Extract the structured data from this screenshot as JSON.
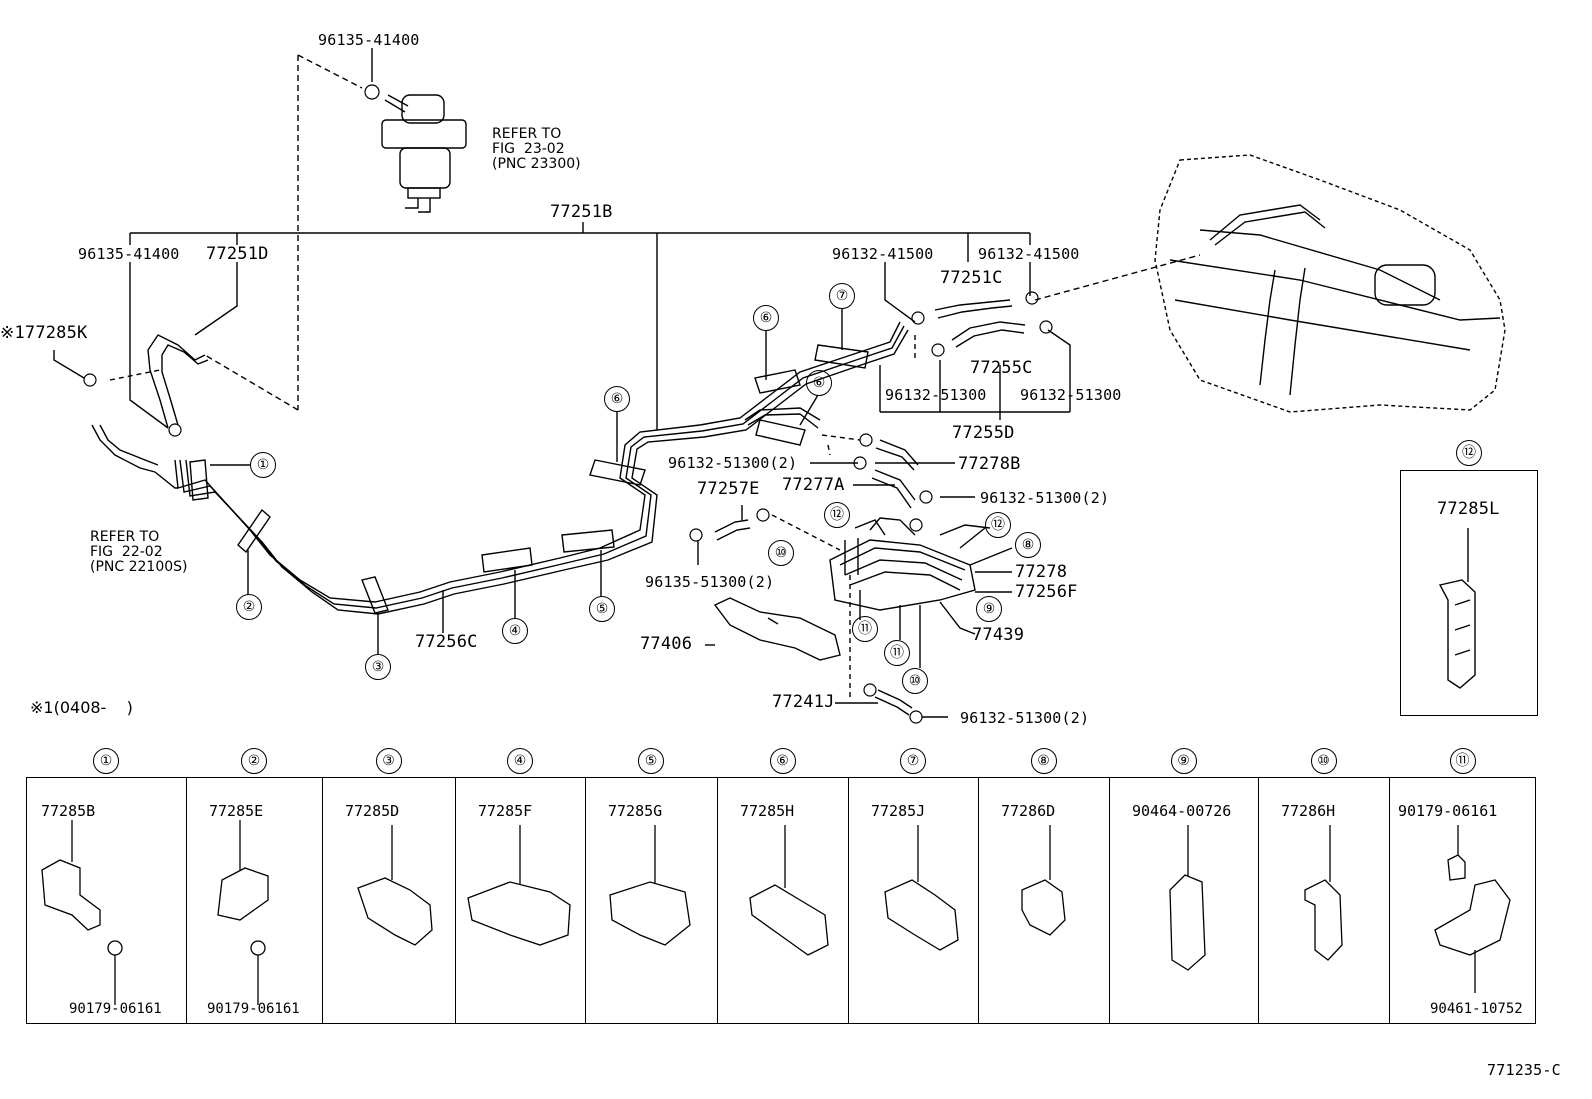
{
  "callouts": {
    "c96135_41400_top": "96135-41400",
    "refer_2302": "REFER TO\nFIG  23-02\n(PNC 23300)",
    "c77251B": "77251B",
    "c96135_41400_left": "96135-41400",
    "c77251D": "77251D",
    "c177285K": "※177285K",
    "c96132_41500_a": "96132-41500",
    "c96132_41500_b": "96132-41500",
    "c77251C": "77251C",
    "c77255C": "77255C",
    "c96132_51300_a": "96132-51300",
    "c96132_51300_b": "96132-51300",
    "c77255D": "77255D",
    "c96132_51300_2a": "96132-51300(2)",
    "c77278B": "77278B",
    "c77277A": "77277A",
    "c96132_51300_2b": "96132-51300(2)",
    "c77257E": "77257E",
    "c96135_51300_2": "96135-51300(2)",
    "c77278": "77278",
    "c77256F": "77256F",
    "c77439": "77439",
    "c77406": "77406",
    "c77241J": "77241J",
    "c96132_51300_2c": "96132-51300(2)",
    "refer_2202": "REFER TO\nFIG  22-02\n(PNC 22100S)",
    "c77256C": "77256C",
    "note1": "※1(0408-    )",
    "box12_pn": "77285L",
    "figure_id": "771235-C"
  },
  "circled": [
    "①",
    "②",
    "③",
    "④",
    "⑤",
    "⑥",
    "⑦",
    "⑧",
    "⑨",
    "⑩",
    "⑪",
    "⑫"
  ],
  "key_cells": [
    {
      "num": "①",
      "pn": "77285B",
      "pn2": "90179-06161"
    },
    {
      "num": "②",
      "pn": "77285E",
      "pn2": "90179-06161"
    },
    {
      "num": "③",
      "pn": "77285D",
      "pn2": ""
    },
    {
      "num": "④",
      "pn": "77285F",
      "pn2": ""
    },
    {
      "num": "⑤",
      "pn": "77285G",
      "pn2": ""
    },
    {
      "num": "⑥",
      "pn": "77285H",
      "pn2": ""
    },
    {
      "num": "⑦",
      "pn": "77285J",
      "pn2": ""
    },
    {
      "num": "⑧",
      "pn": "77286D",
      "pn2": ""
    },
    {
      "num": "⑨",
      "pn": "90464-00726",
      "pn2": ""
    },
    {
      "num": "⑩",
      "pn": "77286H",
      "pn2": ""
    },
    {
      "num": "⑪",
      "pn": "90179-06161",
      "pn2": "90461-10752"
    }
  ],
  "box12_num": "⑫"
}
